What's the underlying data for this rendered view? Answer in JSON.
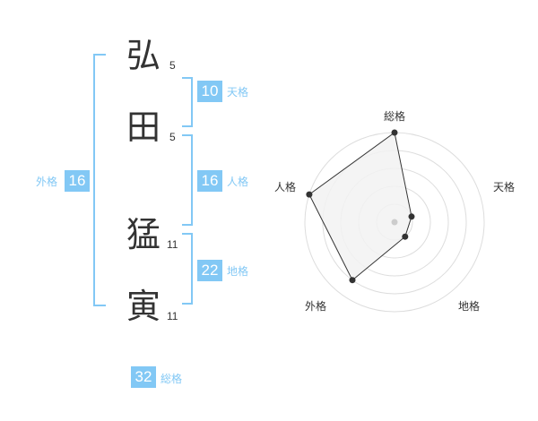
{
  "name_chars": [
    {
      "char": "弘",
      "strokes": "5"
    },
    {
      "char": "田",
      "strokes": "5"
    },
    {
      "char": "猛",
      "strokes": "11"
    },
    {
      "char": "寅",
      "strokes": "11"
    }
  ],
  "kaku": {
    "tenkaku": {
      "value": "10",
      "label": "天格"
    },
    "jinkaku": {
      "value": "16",
      "label": "人格"
    },
    "chikaku": {
      "value": "22",
      "label": "地格"
    },
    "gaikaku": {
      "value": "16",
      "label": "外格"
    },
    "soukaku": {
      "value": "32",
      "label": "総格"
    }
  },
  "colors": {
    "accent": "#82c8f5",
    "text": "#333333",
    "radar_fill": "#f2f2f2",
    "ring": "#dddddd"
  },
  "chart_data": {
    "type": "radar",
    "axes": [
      "総格",
      "天格",
      "地格",
      "外格",
      "人格"
    ],
    "values": [
      5,
      1,
      1,
      4,
      5
    ],
    "range": [
      0,
      5
    ]
  }
}
